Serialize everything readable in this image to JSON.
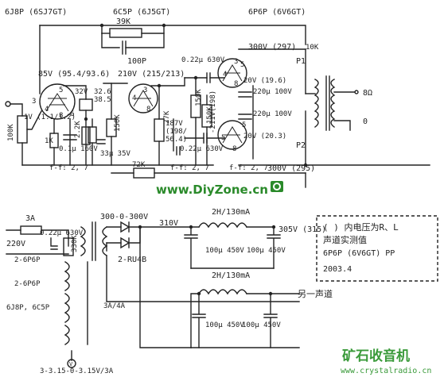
{
  "tubes": {
    "v1": "6J8P (6SJ7GT)",
    "v2": "6C5P (6J5GT)",
    "v3": "6P6P (6V6GT)"
  },
  "feedback": {
    "r": "39K",
    "c": "100P"
  },
  "volts": {
    "v1_plate": "85V (95.4/93.6)",
    "v2_plate": "210V (215/213)",
    "b_plus_out": "300V (297)",
    "b_plus_low": "300V (295)",
    "k1": "1V (1.1/1.2)",
    "g2": "32V",
    "k2a": "32.6",
    "k2b": "38.5",
    "pi_a": "187V",
    "pi_b": "(198/",
    "pi_c": "56.4)",
    "pk1": "20V (19.6)",
    "pk2": "20V (20.3)",
    "pot_v": "-211V(198)"
  },
  "parts": {
    "pot": "100K",
    "rk1": "1K",
    "cg2": "0.1μ 160V",
    "rg2a": "2.2K",
    "rg2b": "2.7K",
    "cg2b": "33μ 35V",
    "rl2": "150K",
    "rk2": "27K",
    "cc1": "0.22μ 630V",
    "cc2": "0.22μ 630V",
    "cc3": "0.22μ 630V",
    "rg3a": "150K",
    "rg3b": "150K",
    "ck3a": "220μ 100V",
    "ck3b": "220μ 100V",
    "rfb": "72K",
    "fil1": "f-f: 2, 7",
    "fil2": "f-f: 2, 7",
    "fil3": "f-f: 2, 7",
    "rt": "10K",
    "p1": "P1",
    "p2": "P2",
    "out1": "8Ω",
    "out0": "0"
  },
  "pins": [
    "3",
    "4",
    "5",
    "6",
    "8",
    "1",
    "3",
    "4",
    "5",
    "8",
    "3",
    "4",
    "5",
    "8",
    "5",
    "5",
    "8"
  ],
  "watermark": "www.DiyZone.cn",
  "power": {
    "fuse": "3A",
    "mains": "220V",
    "cx": "0.22μ 630V",
    "rx": "330K",
    "sec": "300-0-300V",
    "rect_v": "310V",
    "diodes": "2-RU4B",
    "choke1": "2H/130mA",
    "choke2": "2H/130mA",
    "hv_out": "305V (315)",
    "c1": "100μ 450V",
    "c2": "100μ 450V",
    "c3": "100μ 450V",
    "c4": "100μ 450V",
    "other_ch": "另一声道",
    "heat1": "2-6P6P",
    "heat2": "2-6P6P",
    "heat3": "6J8P, 6C5P",
    "heat_amp": "3A/4A",
    "fil_out": "3-3.15-0-3.15V/3A",
    "meter": "V"
  },
  "note": {
    "line1": "( ) 内电压为R、L",
    "line2": "声道实测值",
    "line3": "6P6P (6V6GT)   PP",
    "line4": "2003.4"
  },
  "brand": {
    "name": "矿石收音机",
    "url": "www.crystalradio.cn"
  }
}
